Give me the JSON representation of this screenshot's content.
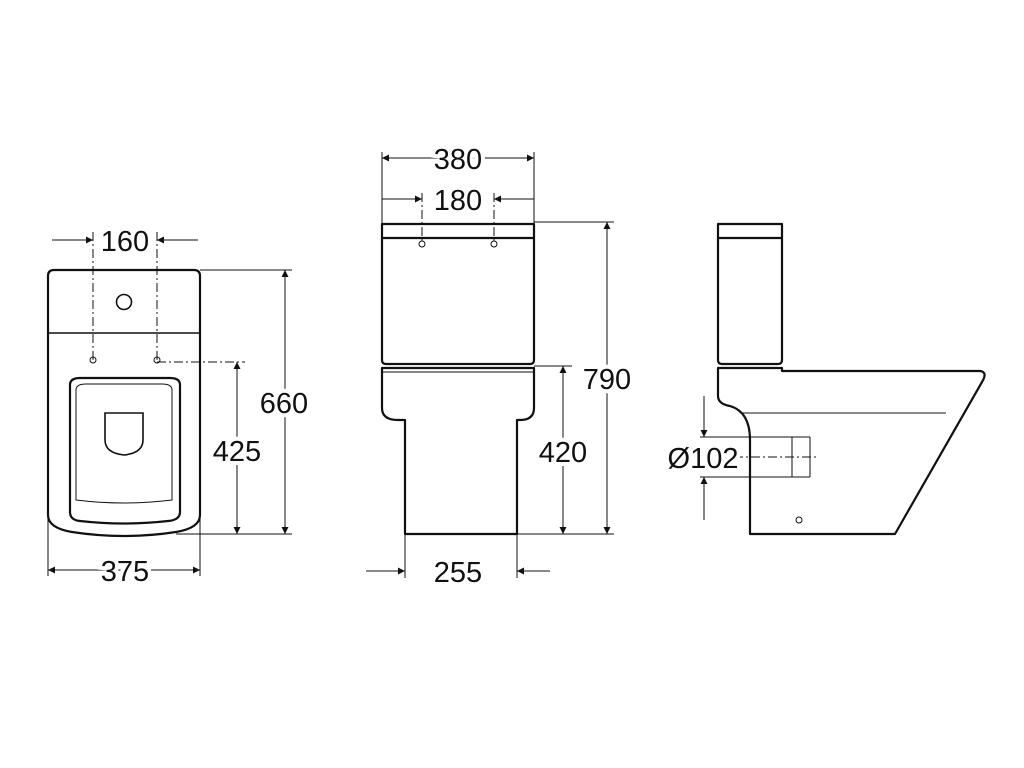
{
  "dimensions": {
    "top_view": {
      "hole_spacing": "160",
      "total_depth": "660",
      "seat_depth": "425",
      "width": "375"
    },
    "front_view": {
      "cistern_width": "380",
      "hole_spacing": "180",
      "total_height": "790",
      "seat_height": "420",
      "base_width": "255"
    },
    "side_view": {
      "outlet_diameter": "Ø102"
    }
  },
  "colors": {
    "line": "#111111",
    "background": "#ffffff"
  }
}
